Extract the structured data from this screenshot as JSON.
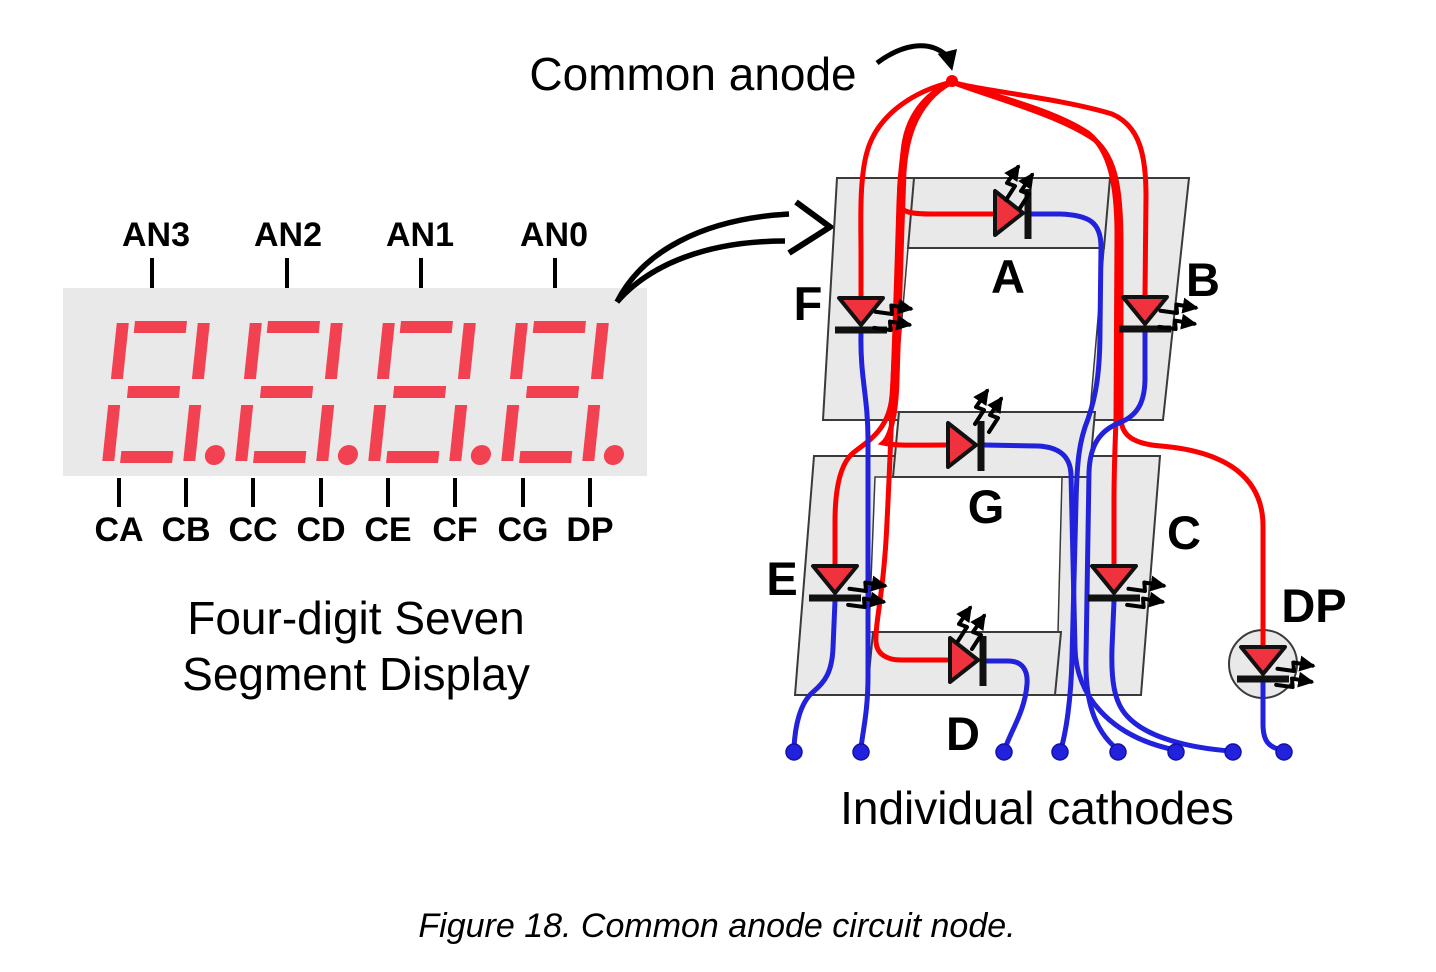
{
  "figure": {
    "caption": "Figure 18. Common anode circuit node."
  },
  "left_display": {
    "anode_pins": [
      "AN3",
      "AN2",
      "AN1",
      "AN0"
    ],
    "cathode_pins": [
      "CA",
      "CB",
      "CC",
      "CD",
      "CE",
      "CF",
      "CG",
      "DP"
    ],
    "digits": [
      "8.",
      "8.",
      "8.",
      "8."
    ],
    "caption_line1": "Four-digit Seven",
    "caption_line2": "Segment Display"
  },
  "schematic": {
    "common_anode_label": "Common anode",
    "individual_cathodes_label": "Individual cathodes",
    "segments": {
      "a": "A",
      "b": "B",
      "c": "C",
      "d": "D",
      "e": "E",
      "f": "F",
      "g": "G",
      "dp": "DP"
    }
  },
  "colors": {
    "segment_red": "#f24150",
    "led_fill": "#f0323e",
    "wire_red": "#fa0000",
    "wire_blue": "#2222dd",
    "panel_gray": "#e9e9e9",
    "outline_dark": "#3a3a3a"
  }
}
